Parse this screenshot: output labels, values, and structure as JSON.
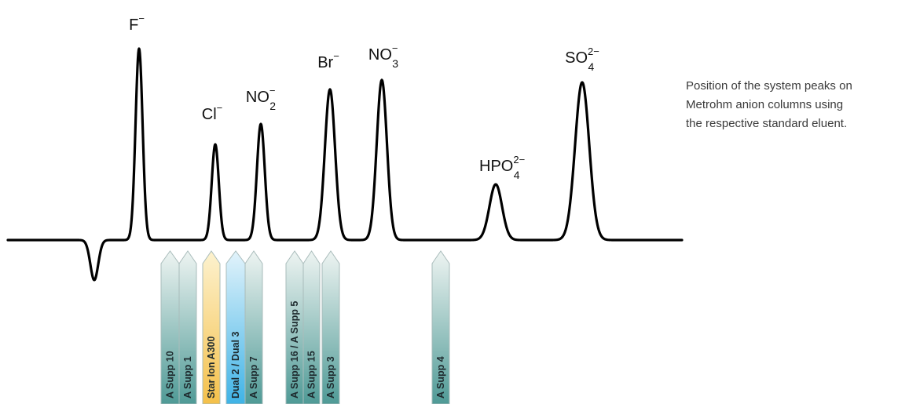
{
  "caption": {
    "line1": "Position of the system peaks on",
    "line2": "Metrohm anion columns using",
    "line3": "the respective standard eluent."
  },
  "peaks": [
    {
      "id": "fluoride",
      "base": "F",
      "sub": "",
      "charge": "−"
    },
    {
      "id": "chloride",
      "base": "Cl",
      "sub": "",
      "charge": "−"
    },
    {
      "id": "nitrite",
      "base": "NO",
      "sub": "2",
      "charge": "−"
    },
    {
      "id": "bromide",
      "base": "Br",
      "sub": "",
      "charge": "−"
    },
    {
      "id": "nitrate",
      "base": "NO",
      "sub": "3",
      "charge": "−"
    },
    {
      "id": "phosphate",
      "base": "HPO",
      "sub": "4",
      "charge": "2−"
    },
    {
      "id": "sulfate",
      "base": "SO",
      "sub": "4",
      "charge": "2−"
    }
  ],
  "markers": [
    {
      "id": "a-supp-10",
      "label": "A Supp 10",
      "fill": "teal"
    },
    {
      "id": "a-supp-1",
      "label": "A Supp 1",
      "fill": "teal"
    },
    {
      "id": "star-ion",
      "label": "Star Ion A300",
      "fill": "yellow"
    },
    {
      "id": "dual-2-3",
      "label": "Dual 2 / Dual 3",
      "fill": "blue"
    },
    {
      "id": "a-supp-7",
      "label": "A Supp 7",
      "fill": "teal"
    },
    {
      "id": "a-supp-16-5",
      "label": "A Supp 16 / A Supp 5",
      "fill": "teal"
    },
    {
      "id": "a-supp-15",
      "label": "A Supp 15",
      "fill": "teal"
    },
    {
      "id": "a-supp-3",
      "label": "A Supp 3",
      "fill": "teal"
    },
    {
      "id": "a-supp-4",
      "label": "A Supp 4",
      "fill": "teal"
    }
  ],
  "colors": {
    "trace": "#000000",
    "teal_top": "#eef4f2",
    "teal_bottom": "#4f9a96",
    "yellow_top": "#fdf2cf",
    "yellow_bottom": "#f4c04a",
    "blue_top": "#e2f3fb",
    "blue_bottom": "#3fb3e6",
    "outline": "#a9bcbb"
  }
}
